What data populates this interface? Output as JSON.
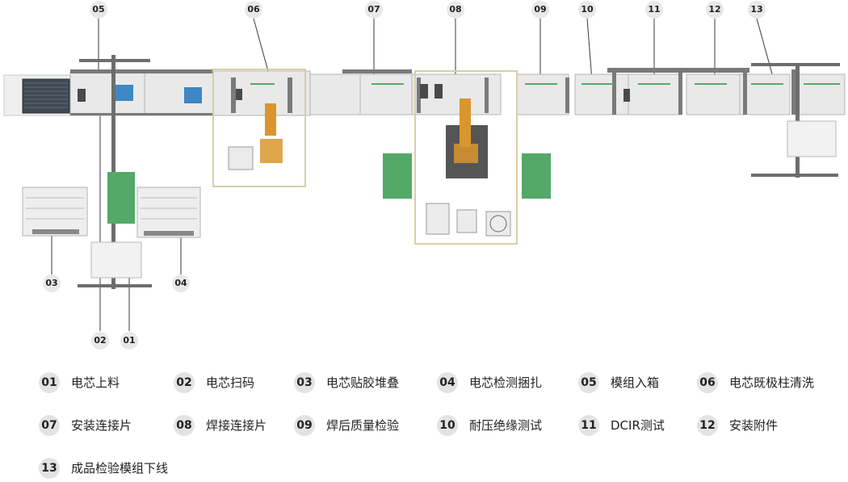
{
  "callouts": {
    "c05": "05",
    "c06": "06",
    "c07": "07",
    "c08": "08",
    "c09": "09",
    "c10": "10",
    "c11": "11",
    "c12": "12",
    "c13": "13",
    "c03": "03",
    "c04": "04",
    "c02": "02",
    "c01": "01"
  },
  "legend": [
    {
      "num": "01",
      "label": "电芯上料"
    },
    {
      "num": "02",
      "label": "电芯扫码"
    },
    {
      "num": "03",
      "label": "电芯贴胶堆叠"
    },
    {
      "num": "04",
      "label": "电芯检测捆扎"
    },
    {
      "num": "05",
      "label": "模组入箱"
    },
    {
      "num": "06",
      "label": "电芯既极柱清洗"
    },
    {
      "num": "07",
      "label": "安装连接片"
    },
    {
      "num": "08",
      "label": "焊接连接片"
    },
    {
      "num": "09",
      "label": "焊后质量检验"
    },
    {
      "num": "10",
      "label": "耐压绝缘测试"
    },
    {
      "num": "11",
      "label": "DCIR测试"
    },
    {
      "num": "12",
      "label": "安装附件"
    },
    {
      "num": "13",
      "label": "成品检验模组下线"
    }
  ],
  "colors": {
    "line": "#3a3a3a",
    "rail": "#6d6d6d",
    "module": "#e8e8e8",
    "robot": "#d9962e",
    "green_pad": "#54a868",
    "cell_frame": "#d8cfa8",
    "blue_part": "#3f86c4",
    "badge_bg": "#e3e3e3"
  }
}
